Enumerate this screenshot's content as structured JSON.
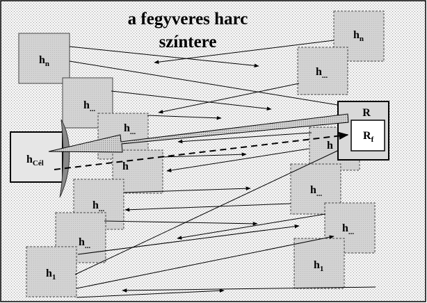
{
  "title_line1": "a fegyveres harc",
  "title_line2": "színtere",
  "target": {
    "base": "h",
    "sub": "Cél"
  },
  "radar": {
    "outer_label": "R",
    "inner_base": "R",
    "inner_sub": "f"
  },
  "nodes": [
    {
      "id": "n-top-left",
      "base": "h",
      "sub": "n"
    },
    {
      "id": "n-top-right",
      "base": "h",
      "sub": "n"
    },
    {
      "id": "e-right-1",
      "base": "h",
      "sub": "..."
    },
    {
      "id": "e-left-1",
      "base": "h",
      "sub": "..."
    },
    {
      "id": "e-left-2",
      "base": "h",
      "sub": "..."
    },
    {
      "id": "e-left-3",
      "base": "h",
      "sub": ""
    },
    {
      "id": "e-right-2",
      "base": "h",
      "sub": ""
    },
    {
      "id": "e-left-4",
      "base": "h",
      "sub": "..."
    },
    {
      "id": "e-right-3",
      "base": "h",
      "sub": "..."
    },
    {
      "id": "e-left-5",
      "base": "h",
      "sub": "..."
    },
    {
      "id": "e-right-4",
      "base": "h",
      "sub": "..."
    },
    {
      "id": "n-bottom-left",
      "base": "h",
      "sub": "1"
    },
    {
      "id": "n-bottom-right",
      "base": "h",
      "sub": "1"
    }
  ],
  "colors": {
    "background": "#efefef",
    "node_fill": "#d6d6d6",
    "target_fill": "#e6e6e6",
    "radar_outer_fill": "#d9d9d9",
    "radar_inner_fill": "#ffffff",
    "shield_fill": "#8a8a8a",
    "beam_fill": "#c8c8c8"
  }
}
